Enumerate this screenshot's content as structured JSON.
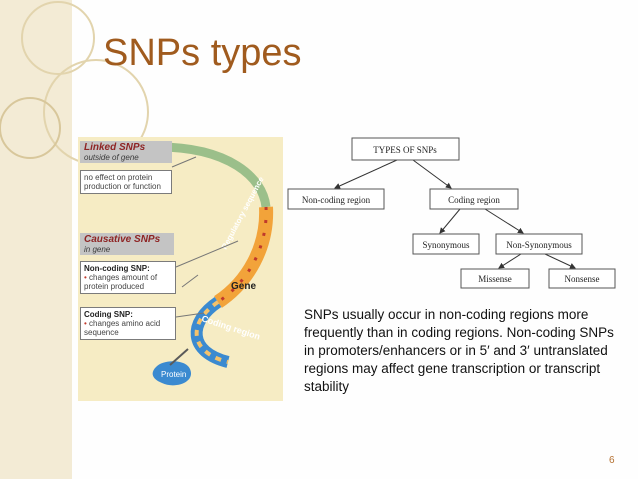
{
  "title": "SNPs types",
  "figure": {
    "linked_header": "Linked SNPs",
    "linked_sub": "outside of gene",
    "linked_note": "no effect on protein production or function",
    "causative_header": "Causative SNPs",
    "causative_sub": "in gene",
    "noncoding_title": "Non-coding SNP:",
    "noncoding_text": "changes amount of protein produced",
    "coding_title": "Coding SNP:",
    "coding_text": "changes amino acid sequence",
    "regulatory_label": "Regulatory sequence",
    "gene_label": "Gene",
    "coding_region_label": "Coding region",
    "protein_label": "Protein"
  },
  "tree": {
    "root": "TYPES OF SNPs",
    "noncoding": "Non-coding region",
    "coding": "Coding region",
    "synonymous": "Synonymous",
    "nonsynonymous": "Non-Synonymous",
    "missense": "Missense",
    "nonsense": "Nonsense"
  },
  "description": "SNPs usually  occur in non-coding regions more frequently than in coding regions. Non-coding SNPs in promoters/enhancers or in 5′ and 3′ untranslated regions may affect gene transcription or transcript stability",
  "page_number": "6",
  "colors": {
    "title": "#a05b1e",
    "band": "#f3ebd5",
    "figure_bg": "#f6ecc4",
    "dna_orange": "#f2a33a",
    "protein": "#3b8ad0"
  }
}
